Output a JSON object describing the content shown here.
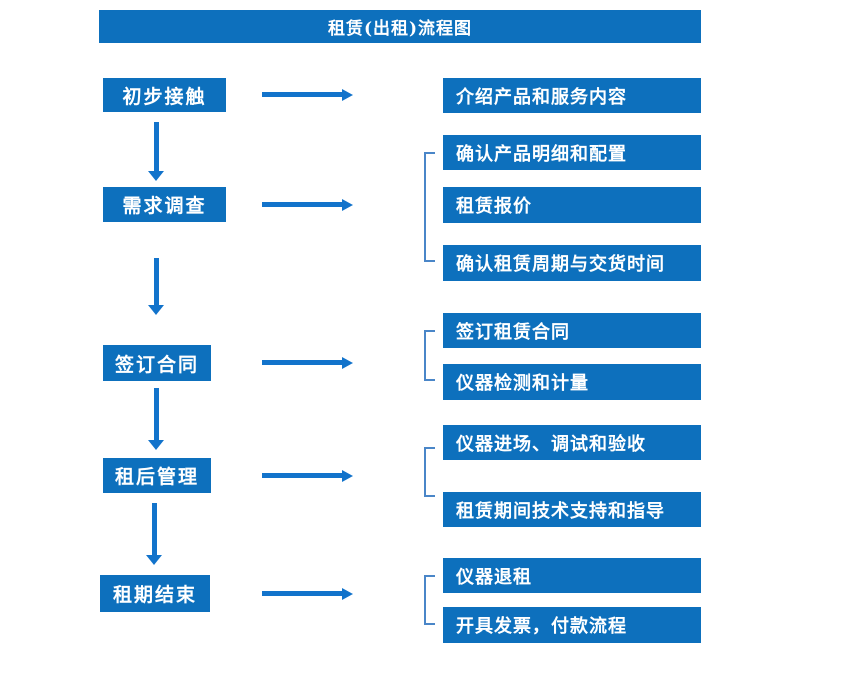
{
  "title": "租赁(出租)流程图",
  "colors": {
    "box_blue": "#0d70bd",
    "arrow_blue": "#1273cb",
    "bracket_blue": "#4a86c8",
    "text_white": "#ffffff",
    "background": "#ffffff"
  },
  "flow": [
    {
      "step": "初步接触",
      "details": [
        "介绍产品和服务内容"
      ]
    },
    {
      "step": "需求调查",
      "details": [
        "确认产品明细和配置",
        "租赁报价",
        "确认租赁周期与交货时间"
      ]
    },
    {
      "step": "签订合同",
      "details": [
        "签订租赁合同",
        "仪器检测和计量"
      ]
    },
    {
      "step": "租后管理",
      "details": [
        "仪器进场、调试和验收",
        "租赁期间技术支持和指导"
      ]
    },
    {
      "step": "租期结束",
      "details": [
        "仪器退租",
        "开具发票，付款流程"
      ]
    }
  ]
}
